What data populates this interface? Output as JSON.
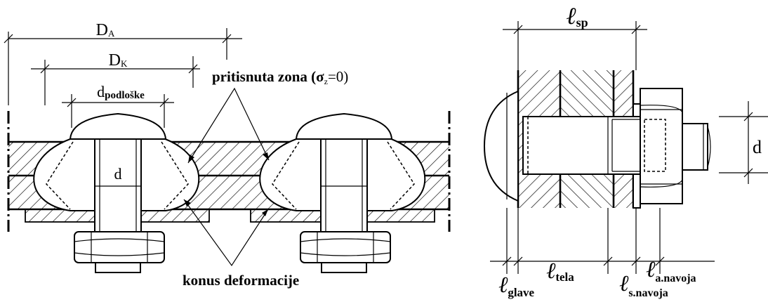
{
  "left_figure": {
    "d_a_main": "D",
    "d_a_sub": "A",
    "d_k_main": "D",
    "d_k_sub": "K",
    "d_washer_main": "d",
    "d_washer_sub": "podloške",
    "d_bolt": "d",
    "compressed_zone_text": "pritisnuta zona (σ",
    "compressed_zone_sub": "z",
    "compressed_zone_end": "=0)",
    "cone_label": "konus deformacije"
  },
  "right_figure": {
    "l_sp_main": "ℓ",
    "l_sp_sub": "sp",
    "d_label": "d",
    "l_head_main": "ℓ",
    "l_head_sub": "glave",
    "l_body_main": "ℓ",
    "l_body_sub": "tela",
    "l_thread_main": "ℓ",
    "l_thread_sub": "s.navoja",
    "l_free_main": "ℓ",
    "l_free_sub": "a.navoja"
  }
}
